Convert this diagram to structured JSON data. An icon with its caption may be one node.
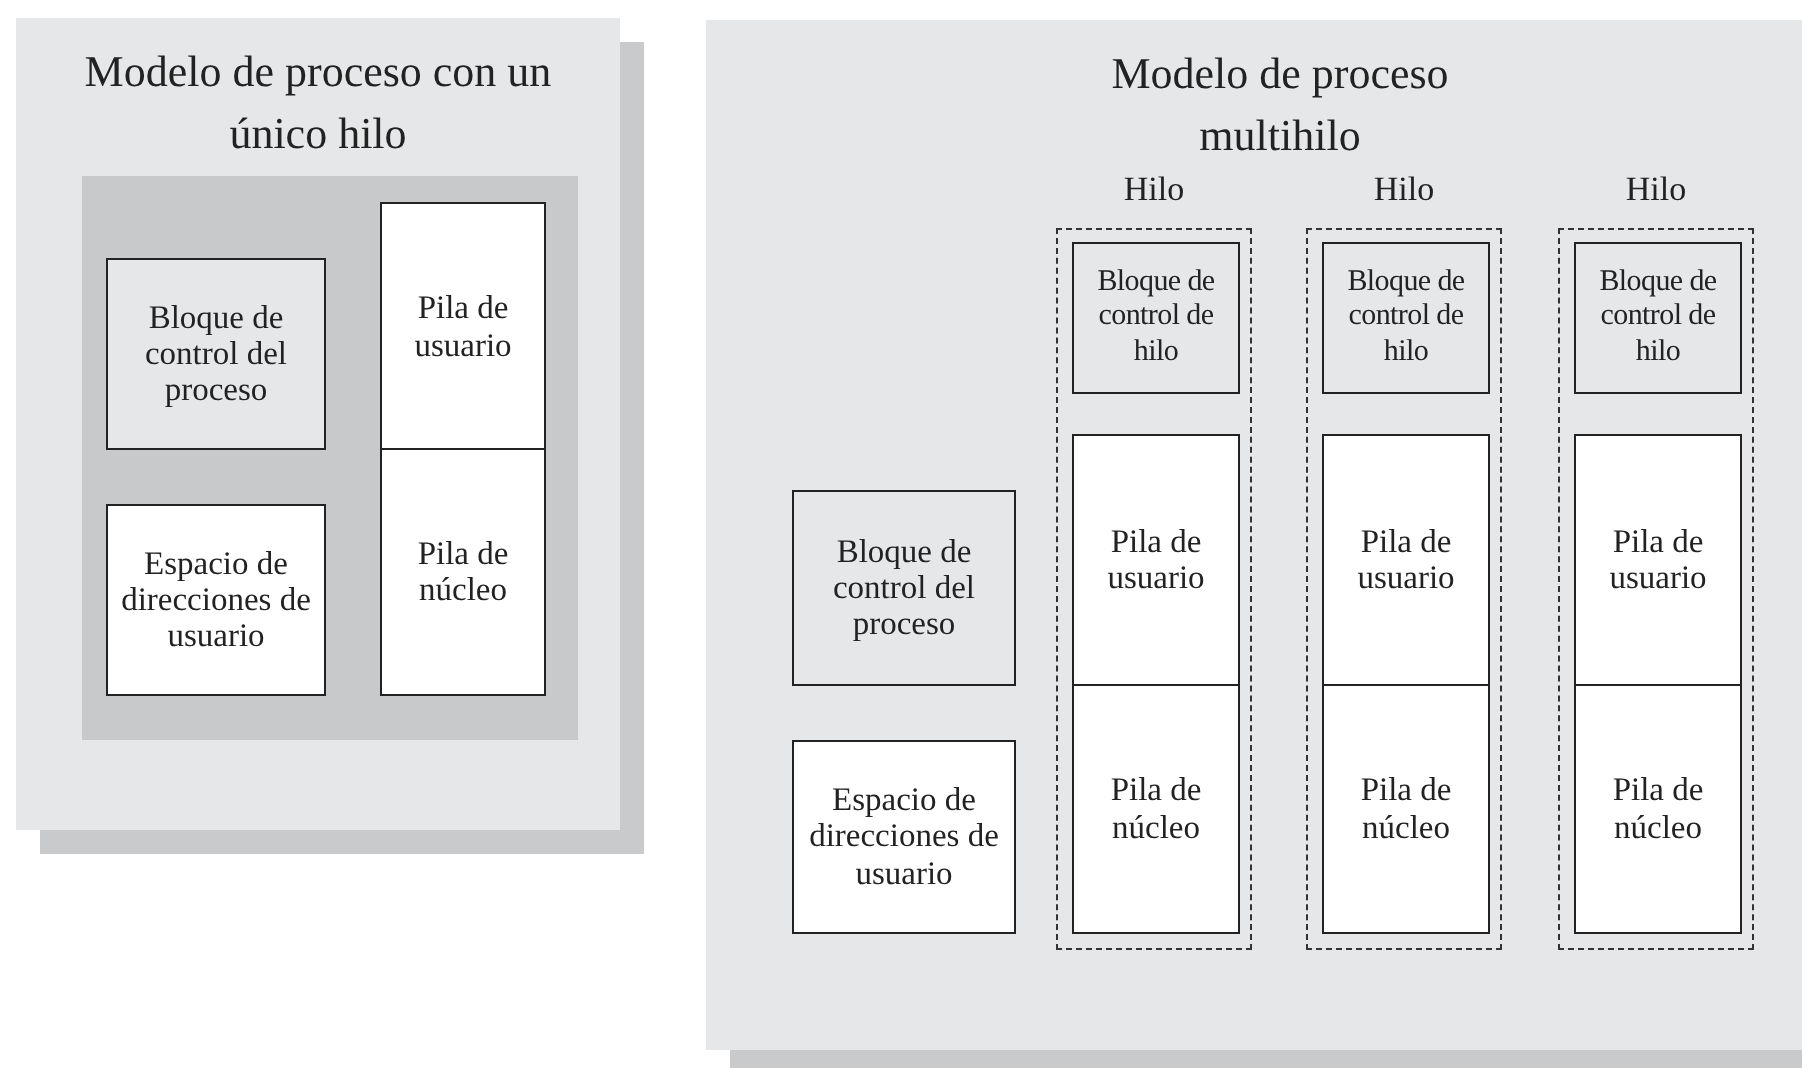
{
  "diagram": {
    "nodes": [
      {
        "text": [
          "Modelo de proceso con un único hilo"
        ]
      },
      {
        "text": [],
        "shape": "box",
        "in": 0
      },
      {
        "text": [
          "Bloque de control del proceso"
        ],
        "in": 1
      },
      {
        "text": [
          "Espacio de direcciones de usuario"
        ],
        "in": 1
      },
      {
        "text": [
          "Pila de usuario"
        ],
        "in": 1
      },
      {
        "text": [
          "Pila de núcleo"
        ],
        "in": 1
      },
      {
        "text": [
          "Modelo de proceso multihilo"
        ]
      },
      {
        "text": [
          "Bloque de control del proceso"
        ],
        "in": 6
      },
      {
        "text": [
          "Espacio de direcciones de usuario"
        ],
        "in": 6
      },
      {
        "text": [
          "Hilo"
        ],
        "in": 6
      },
      {
        "text": [
          "Bloque de control de hilo"
        ],
        "in": 9
      },
      {
        "text": [
          "Pila de usuario"
        ],
        "in": 9
      },
      {
        "text": [
          "Pila de núcleo"
        ],
        "in": 9
      },
      {
        "text": [
          "Hilo"
        ],
        "in": 6
      },
      {
        "text": [
          "Bloque de control de hilo"
        ],
        "in": 13
      },
      {
        "text": [
          "Pila de usuario"
        ],
        "in": 13
      },
      {
        "text": [
          "Pila de núcleo"
        ],
        "in": 13
      },
      {
        "text": [
          "Hilo"
        ],
        "in": 6
      },
      {
        "text": [
          "Bloque de control de hilo"
        ],
        "in": 17
      },
      {
        "text": [
          "Pila de usuario"
        ],
        "in": 17
      },
      {
        "text": [
          "Pila de núcleo"
        ],
        "in": 17
      }
    ]
  }
}
